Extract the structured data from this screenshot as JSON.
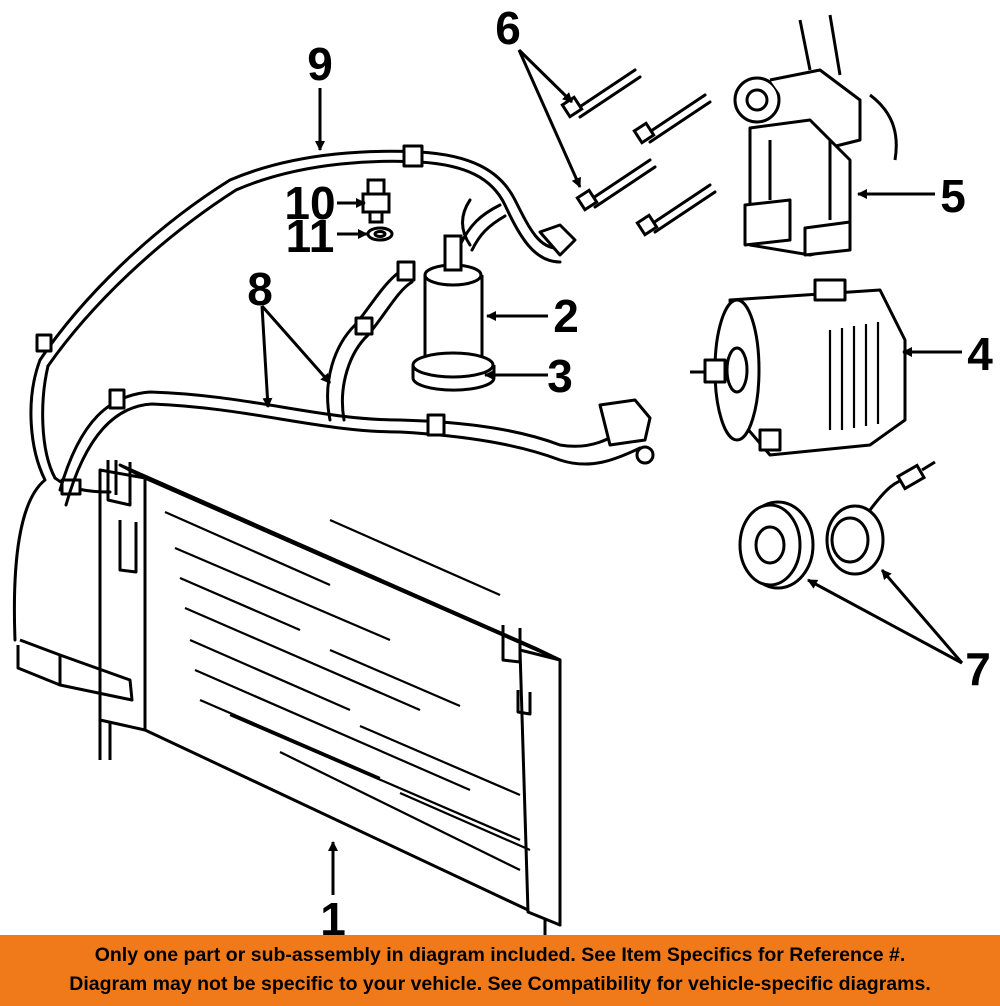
{
  "diagram": {
    "callouts": {
      "c1": "1",
      "c2": "2",
      "c3": "3",
      "c4": "4",
      "c5": "5",
      "c6": "6",
      "c7": "7",
      "c8": "8",
      "c9": "9",
      "c10": "10",
      "c11": "11"
    }
  },
  "banner": {
    "line1": "Only one part or sub-assembly in diagram included. See Item Specifics for Reference #.",
    "line2": "Diagram may not be specific to your vehicle. See Compatibility for vehicle-specific diagrams.",
    "background": "#f07a1a"
  }
}
